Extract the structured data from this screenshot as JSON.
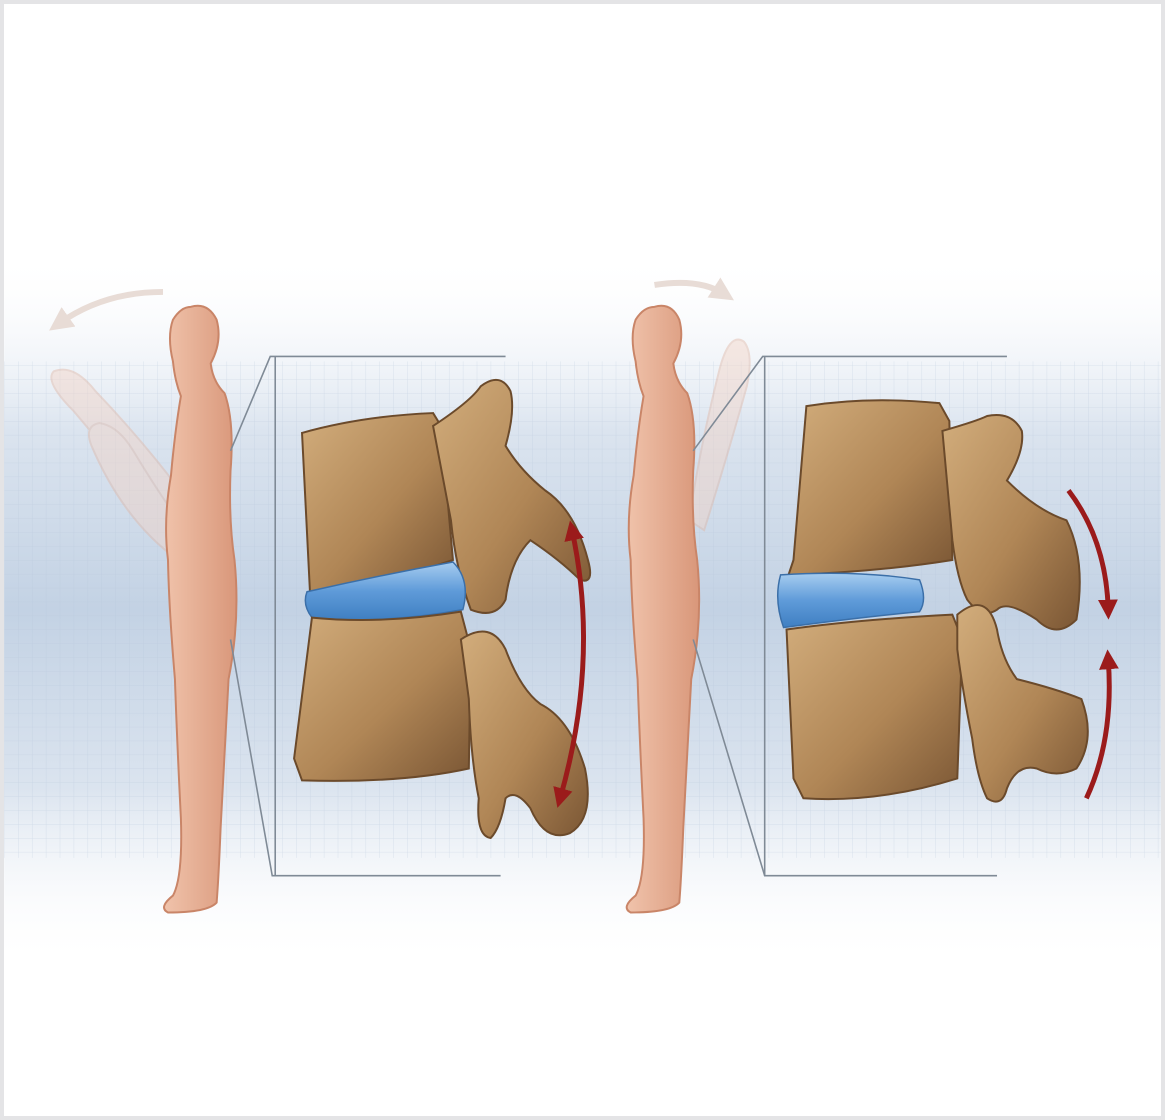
{
  "figure": {
    "panels": [
      {
        "pose": "extension",
        "arrow_direction": "outward"
      },
      {
        "pose": "flexion",
        "arrow_direction": "inward"
      }
    ],
    "colors": {
      "background_band": "#c9d6e6",
      "grid_line": "#b4c3d6",
      "skin": "#e3a889",
      "skin_ghost": "#f3d3c5",
      "bone": "#b08656",
      "bone_dark": "#7a5634",
      "bone_light": "#d2ad7c",
      "disc": "#5f9bd9",
      "disc_light": "#a7cdf0",
      "arrow": "#9b1b1b",
      "callout_line": "#7f8a96"
    }
  }
}
